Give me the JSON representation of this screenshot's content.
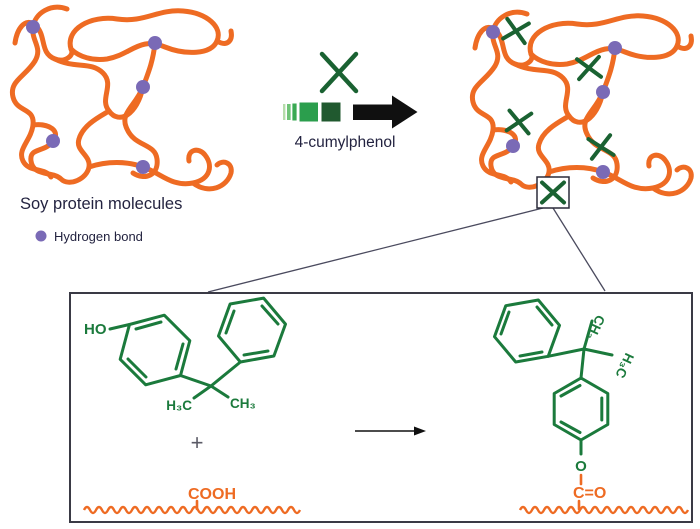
{
  "title": "Soy protein molecules",
  "legend": {
    "hydrogen_bond": "Hydrogen bond"
  },
  "process": {
    "reagent": "4-cumylphenol"
  },
  "reaction": {
    "reactant": {
      "hydroxyl": "HO",
      "methyl_left": "H₃C",
      "methyl_right": "CH₃"
    },
    "plus": "+",
    "chain": {
      "carboxyl": "COOH"
    },
    "product": {
      "methyl_top": "CH₃",
      "methyl_side": "H₃C",
      "oxygen": "O",
      "carbonyl": "C=O"
    }
  },
  "colors": {
    "protein_orange": "#EE6B23",
    "hydrogen_bond_purple": "#7A6AB6",
    "chemistry_green": "#1B7A3C",
    "crosslink_green": "#1A6232",
    "text_navy": "#232340",
    "arrow_black": "#101010"
  }
}
